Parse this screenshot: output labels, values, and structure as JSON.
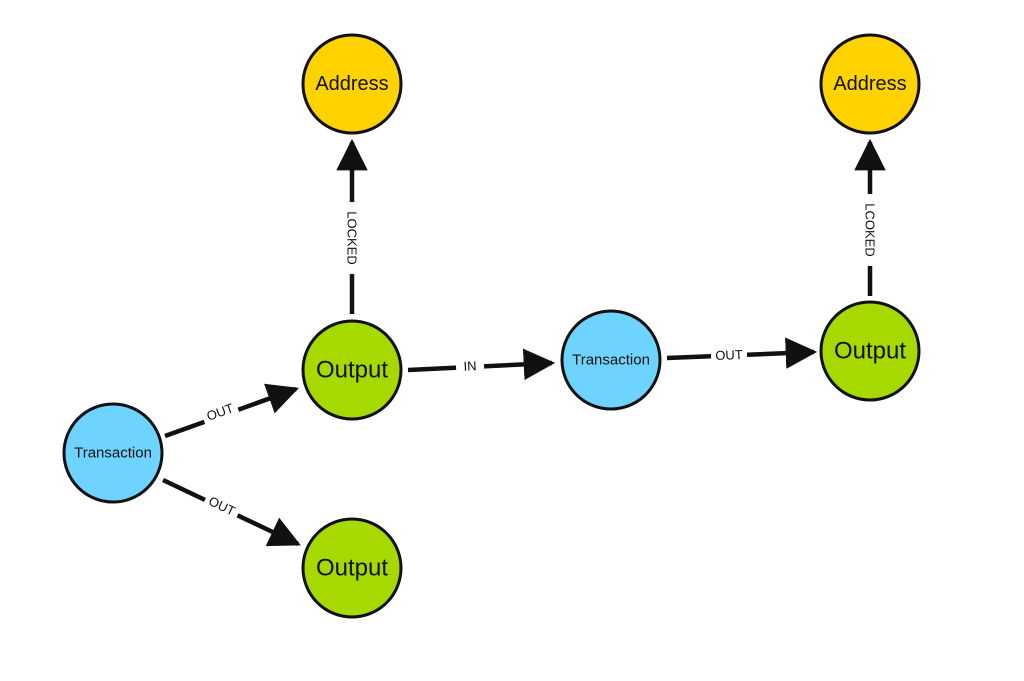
{
  "colors": {
    "transaction": "#6fd3ff",
    "output": "#a5d900",
    "address": "#ffd200",
    "stroke": "#111111",
    "background": "#ffffff"
  },
  "nodes": {
    "transaction_1": {
      "label": "Transaction",
      "kind": "transaction"
    },
    "transaction_2": {
      "label": "Transaction",
      "kind": "transaction"
    },
    "output_1": {
      "label": "Output",
      "kind": "output"
    },
    "output_2": {
      "label": "Output",
      "kind": "output"
    },
    "output_3": {
      "label": "Output",
      "kind": "output"
    },
    "address_1": {
      "label": "Address",
      "kind": "address"
    },
    "address_2": {
      "label": "Address",
      "kind": "address"
    }
  },
  "edges": {
    "tx1_out_output1": {
      "label": "OUT",
      "from": "transaction_1",
      "to": "output_1"
    },
    "tx1_out_output2": {
      "label": "OUT",
      "from": "transaction_1",
      "to": "output_2"
    },
    "output1_in_tx2": {
      "label": "IN",
      "from": "output_1",
      "to": "transaction_2"
    },
    "tx2_out_output3": {
      "label": "OUT",
      "from": "transaction_2",
      "to": "output_3"
    },
    "output1_locked_address1": {
      "label": "LOCKED",
      "from": "output_1",
      "to": "address_1"
    },
    "output3_lcoked_address2": {
      "label": "LCOKED",
      "from": "output_3",
      "to": "address_2"
    }
  }
}
